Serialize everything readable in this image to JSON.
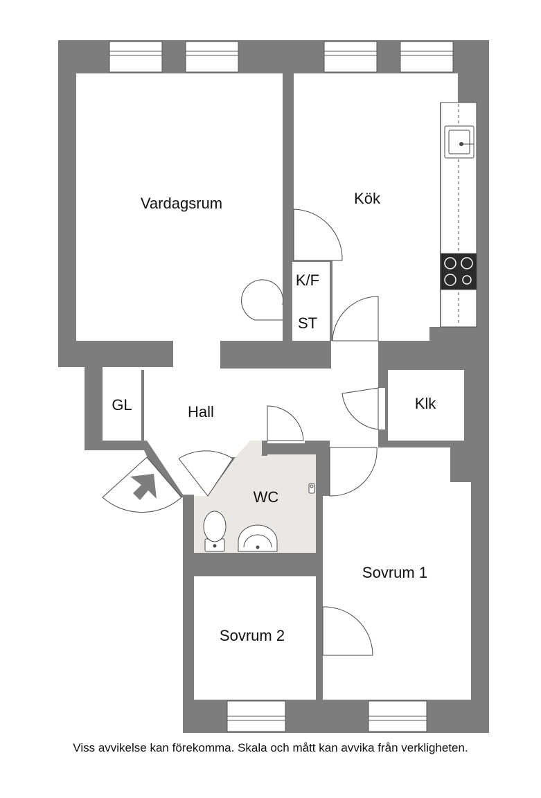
{
  "colors": {
    "wall": "#7d7d7d",
    "floor": "#ffffff",
    "wc_floor": "#ebe8e4",
    "window_frame": "#555555",
    "line": "#4a4a4a",
    "stove": "#2b2b2b",
    "arrow": "#7d7d7d"
  },
  "rooms": {
    "vardagsrum": "Vardagsrum",
    "kok": "Kök",
    "kf": "K/F",
    "st": "ST",
    "gl": "GL",
    "hall": "Hall",
    "klk": "Klk",
    "wc": "WC",
    "sovrum1": "Sovrum 1",
    "sovrum2": "Sovrum 2"
  },
  "disclaimer": "Viss avvikelse kan förekomma. Skala och mått kan avvika från verkligheten.",
  "icons": {
    "entrance": "entrance-arrow-icon",
    "sink": "sink-icon",
    "stove": "stove-icon",
    "toilet": "toilet-icon",
    "washbasin": "washbasin-icon",
    "tap": "tap-icon"
  }
}
